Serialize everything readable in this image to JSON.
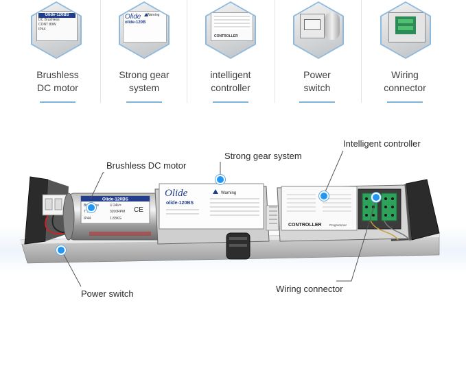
{
  "thumbnails": [
    {
      "label": "Brushless\nDC motor",
      "model": "Olide-120BS",
      "line1": "DC Brushless",
      "line2": "CONT 80W",
      "line3": "IP44"
    },
    {
      "label": "Strong gear\nsystem",
      "brand": "Olide",
      "model": "olide-120B",
      "warning": "Warning"
    },
    {
      "label": "intelligent\ncontroller",
      "caption": "CONTROLLER"
    },
    {
      "label": "Power\nswitch"
    },
    {
      "label": "Wiring\nconnector"
    }
  ],
  "callouts": {
    "motor": "Brushless DC motor",
    "gear": "Strong gear system",
    "controller": "Intelligent controller",
    "switch": "Power switch",
    "wiring": "Wiring connector"
  },
  "device": {
    "motor_model": "Olide-120BS",
    "motor_rows": [
      [
        "Brushless",
        "U 24V="
      ],
      [
        "T 50W",
        "3200RPM"
      ],
      [
        "IP44",
        "1.83KG"
      ]
    ],
    "gear_brand": "Olide",
    "gear_model": "olide-120BS",
    "warning_title": "Warning",
    "controller_title": "CONTROLLER",
    "controller_sub": "Programmer"
  }
}
